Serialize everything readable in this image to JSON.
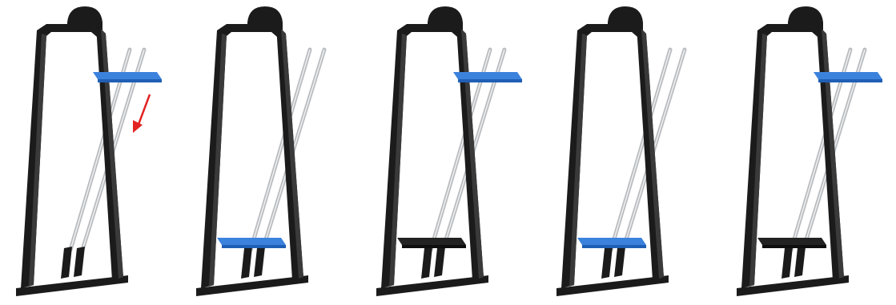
{
  "figure": {
    "panel_count": 5,
    "colors": {
      "frame": "#1b1b1b",
      "frame_highlight": "#3a3a3a",
      "rod": "#b9bcbf",
      "rod_highlight": "#eef0f2",
      "plate_blue": "#3b82dd",
      "plate_blue_dark": "#1f5fb5",
      "plate_black": "#222222",
      "arrow": "#e32222"
    },
    "panels": [
      {
        "top_plate": "blue",
        "bottom_plate": "none",
        "feet": "black",
        "arrow": true
      },
      {
        "top_plate": "none",
        "bottom_plate": "blue",
        "feet": "black",
        "arrow": false
      },
      {
        "top_plate": "blue",
        "bottom_plate": "black",
        "feet": "black",
        "arrow": false
      },
      {
        "top_plate": "none",
        "bottom_plate": "blue",
        "feet": "black",
        "arrow": false
      },
      {
        "top_plate": "blue",
        "bottom_plate": "black",
        "feet": "black",
        "arrow": false
      }
    ]
  }
}
